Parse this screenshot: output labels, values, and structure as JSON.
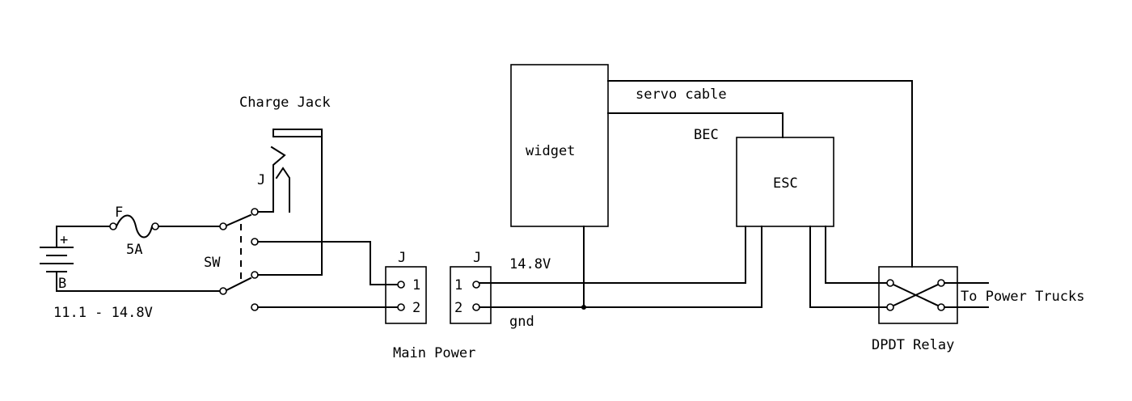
{
  "labels": {
    "charge_jack": "Charge Jack",
    "jack_j": "J",
    "fuse_f": "F",
    "fuse_rating": "5A",
    "switch_sw": "SW",
    "battery_plus": "+",
    "battery_b": "B",
    "battery_voltage": "11.1 - 14.8V",
    "conn1_j": "J",
    "conn2_j": "J",
    "conn1_pin1": "1",
    "conn1_pin2": "2",
    "conn2_pin1": "1",
    "conn2_pin2": "2",
    "main_power": "Main Power",
    "voltage_148": "14.8V",
    "gnd": "gnd",
    "widget": "widget",
    "servo_cable": "servo cable",
    "bec": "BEC",
    "esc": "ESC",
    "to_power_trucks": "To Power Trucks",
    "dpdt_relay": "DPDT Relay"
  }
}
